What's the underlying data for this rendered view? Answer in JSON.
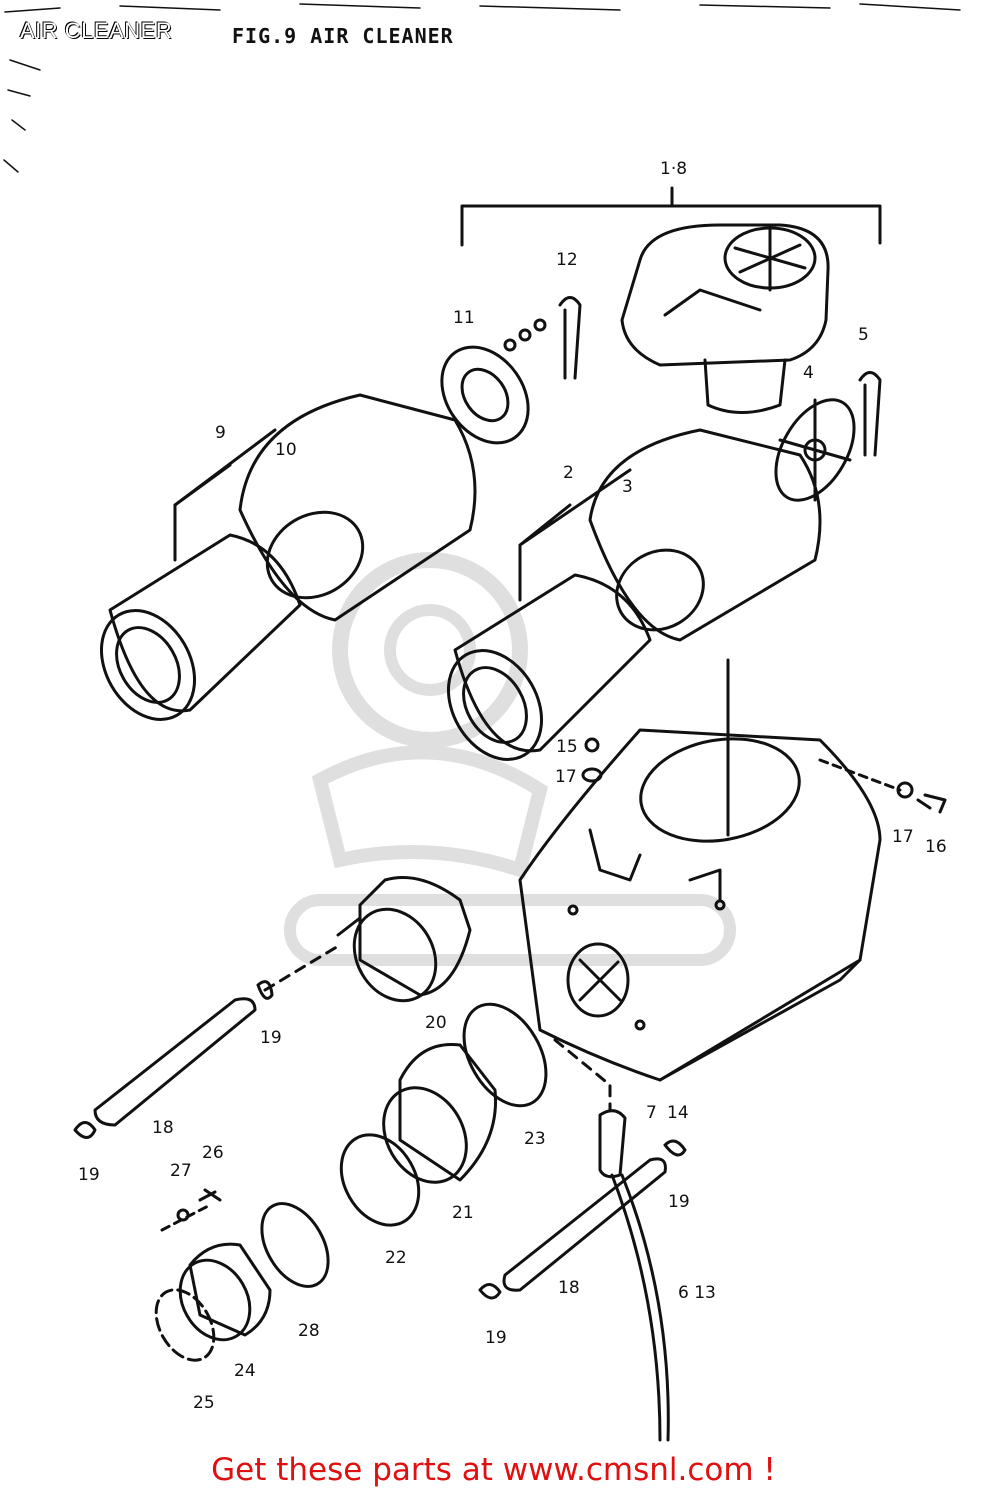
{
  "header": {
    "page_title": "AIR CLEANER",
    "figure_title": "FIG.9  AIR CLEANER"
  },
  "callouts": [
    {
      "id": "c-1-8",
      "text": "1·8"
    },
    {
      "id": "c-12",
      "text": "12"
    },
    {
      "id": "c-11",
      "text": "11"
    },
    {
      "id": "c-5",
      "text": "5"
    },
    {
      "id": "c-4",
      "text": "4"
    },
    {
      "id": "c-9",
      "text": "9"
    },
    {
      "id": "c-10",
      "text": "10"
    },
    {
      "id": "c-2",
      "text": "2"
    },
    {
      "id": "c-3",
      "text": "3"
    },
    {
      "id": "c-15",
      "text": "15"
    },
    {
      "id": "c-17a",
      "text": "17"
    },
    {
      "id": "c-17b",
      "text": "17"
    },
    {
      "id": "c-16",
      "text": "16"
    },
    {
      "id": "c-20",
      "text": "20"
    },
    {
      "id": "c-19a",
      "text": "19"
    },
    {
      "id": "c-18a",
      "text": "18"
    },
    {
      "id": "c-19b",
      "text": "19"
    },
    {
      "id": "c-7",
      "text": "7"
    },
    {
      "id": "c-14",
      "text": "14"
    },
    {
      "id": "c-23",
      "text": "23"
    },
    {
      "id": "c-19c",
      "text": "19"
    },
    {
      "id": "c-26",
      "text": "26"
    },
    {
      "id": "c-27",
      "text": "27"
    },
    {
      "id": "c-21",
      "text": "21"
    },
    {
      "id": "c-22",
      "text": "22"
    },
    {
      "id": "c-18b",
      "text": "18"
    },
    {
      "id": "c-6-13",
      "text": "6 13"
    },
    {
      "id": "c-19d",
      "text": "19"
    },
    {
      "id": "c-28",
      "text": "28"
    },
    {
      "id": "c-24",
      "text": "24"
    },
    {
      "id": "c-25",
      "text": "25"
    }
  ],
  "footer": {
    "text": "Get these parts at www.cmsnl.com !",
    "color": "#e01010"
  }
}
